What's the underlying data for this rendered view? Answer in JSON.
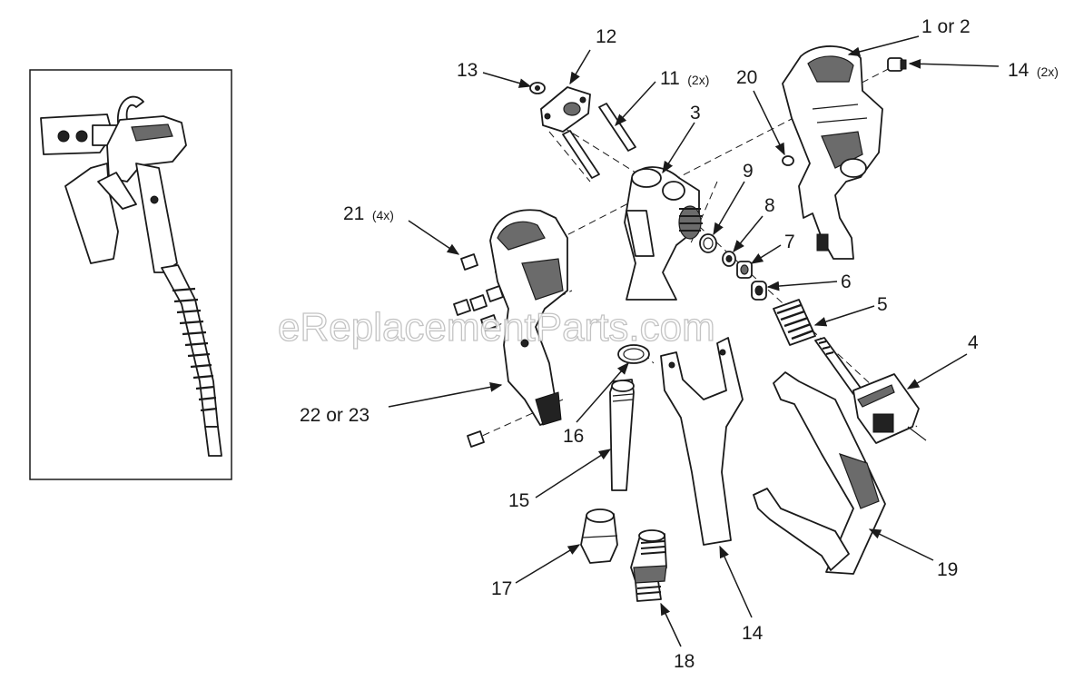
{
  "watermark": "eReplacementParts.com",
  "labels": [
    {
      "id": "1",
      "text": "1 or 2",
      "qty": ""
    },
    {
      "id": "14a",
      "text": "14",
      "qty": "(2x)"
    },
    {
      "id": "12",
      "text": "12",
      "qty": ""
    },
    {
      "id": "13",
      "text": "13",
      "qty": ""
    },
    {
      "id": "11",
      "text": "11",
      "qty": "(2x)"
    },
    {
      "id": "3",
      "text": "3",
      "qty": ""
    },
    {
      "id": "20",
      "text": "20",
      "qty": ""
    },
    {
      "id": "9",
      "text": "9",
      "qty": ""
    },
    {
      "id": "8",
      "text": "8",
      "qty": ""
    },
    {
      "id": "7",
      "text": "7",
      "qty": ""
    },
    {
      "id": "6",
      "text": "6",
      "qty": ""
    },
    {
      "id": "5",
      "text": "5",
      "qty": ""
    },
    {
      "id": "4",
      "text": "4",
      "qty": ""
    },
    {
      "id": "21",
      "text": "21",
      "qty": "(4x)"
    },
    {
      "id": "22",
      "text": "22 or 23",
      "qty": ""
    },
    {
      "id": "16",
      "text": "16",
      "qty": ""
    },
    {
      "id": "15",
      "text": "15",
      "qty": ""
    },
    {
      "id": "17",
      "text": "17",
      "qty": ""
    },
    {
      "id": "18",
      "text": "18",
      "qty": ""
    },
    {
      "id": "14b",
      "text": "14",
      "qty": ""
    },
    {
      "id": "19",
      "text": "19",
      "qty": ""
    }
  ]
}
